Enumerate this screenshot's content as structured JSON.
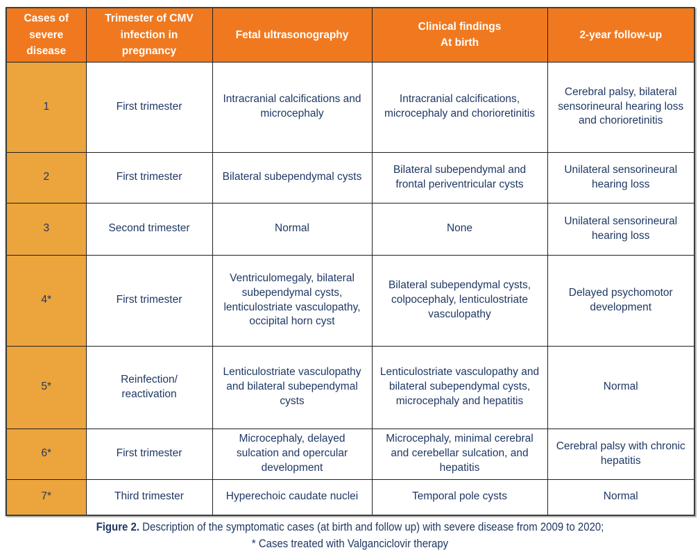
{
  "colors": {
    "header_bg": "#F0791F",
    "case_col_bg": "#ECA43C",
    "text_navy": "#1F3864",
    "header_text": "#FFFFFF",
    "border": "#1F1F1F"
  },
  "table": {
    "headers": [
      "Cases of severe disease",
      "Trimester of CMV infection in pregnancy",
      "Fetal ultrasonography",
      "Clinical findings\nAt birth",
      "2-year follow-up"
    ],
    "rows": [
      {
        "cells": [
          "1",
          "First trimester",
          "Intracranial calcifications and microcephaly",
          "Intracranial calcifications, microcephaly and chorioretinitis",
          "Cerebral palsy,  bilateral sensorineural hearing loss and chorioretinitis"
        ]
      },
      {
        "cells": [
          "2",
          "First trimester",
          "Bilateral subependymal cysts",
          "Bilateral subependymal and frontal periventricular cysts",
          "Unilateral sensorineural hearing loss"
        ]
      },
      {
        "cells": [
          "3",
          "Second trimester",
          "Normal",
          "None",
          "Unilateral sensorineural hearing loss"
        ]
      },
      {
        "cells": [
          "4*",
          "First trimester",
          "Ventriculomegaly, bilateral subependymal cysts, lenticulostriate vasculopathy, occipital horn cyst",
          "Bilateral subependymal cysts, colpocephaly, lenticulostriate vasculopathy",
          "Delayed psychomotor development"
        ]
      },
      {
        "cells": [
          "5*",
          "Reinfection/\nreactivation",
          "Lenticulostriate vasculopathy and bilateral subependymal cysts",
          "Lenticulostriate vasculopathy and bilateral subependymal cysts, microcephaly and hepatitis",
          "Normal"
        ]
      },
      {
        "cells": [
          "6*",
          "First trimester",
          "Microcephaly, delayed sulcation and opercular development",
          "Microcephaly, minimal cerebral and cerebellar sulcation, and hepatitis",
          "Cerebral palsy with chronic hepatitis"
        ]
      },
      {
        "cells": [
          "7*",
          "Third trimester",
          "Hyperechoic caudate nuclei",
          "Temporal pole cysts",
          "Normal"
        ]
      }
    ]
  },
  "caption": {
    "label": "Figure 2.",
    "text": "Description of the symptomatic cases (at birth and follow up) with severe disease from 2009 to 2020;",
    "line2": "* Cases treated with Valganciclovir therapy"
  }
}
